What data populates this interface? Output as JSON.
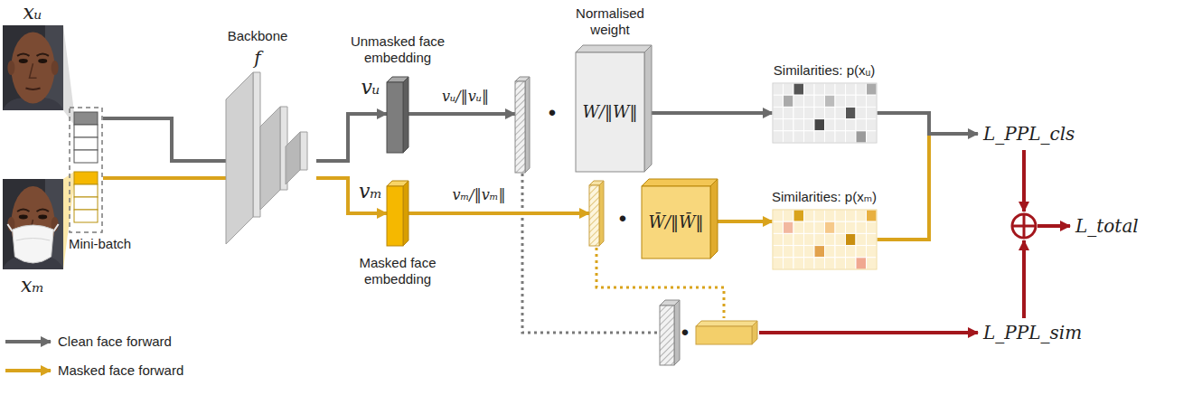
{
  "diagram": {
    "nodes": [
      {
        "text": [
          "xᵤ"
        ]
      },
      {
        "text": [
          "xₘ"
        ]
      },
      {
        "text": [
          "Mini-batch"
        ]
      },
      {
        "text": [
          "Backbone",
          "f"
        ]
      },
      {
        "text": [
          "Unmasked face embedding",
          "vᵤ"
        ]
      },
      {
        "text": [
          "vₘ",
          "Masked face embedding"
        ]
      },
      {
        "text": [
          "vᵤ/‖vᵤ‖"
        ]
      },
      {
        "text": [
          "Normalised weight",
          "W/‖W‖"
        ]
      },
      {
        "text": [
          "Similarities: p(xᵤ)"
        ]
      },
      {
        "text": [
          "vₘ/‖vₘ‖"
        ]
      },
      {
        "text": [
          "W̄/‖W̄‖"
        ]
      },
      {
        "text": [
          "Similarities: p(xₘ)"
        ]
      }
    ],
    "edges": [
      {
        "from": 2,
        "to": 3,
        "arrow": "none"
      },
      {
        "from": 2,
        "to": 3,
        "arrow": "none"
      },
      {
        "from": 3,
        "to": 4,
        "arrow": "to"
      },
      {
        "from": 3,
        "to": 5,
        "arrow": "to"
      },
      {
        "from": 4,
        "to": 6,
        "arrow": "to"
      },
      {
        "from": 5,
        "to": 9,
        "arrow": "to"
      },
      {
        "from": 7,
        "to": 8,
        "arrow": "to"
      },
      {
        "from": 10,
        "to": 11,
        "arrow": "to"
      }
    ],
    "labels": [
      "•",
      "•",
      "•",
      "L_PPL_cls",
      "L_total",
      "L_PPL_sim"
    ],
    "legend": [
      {
        "text": "Clean face forward"
      },
      {
        "text": "Masked face forward"
      }
    ]
  }
}
